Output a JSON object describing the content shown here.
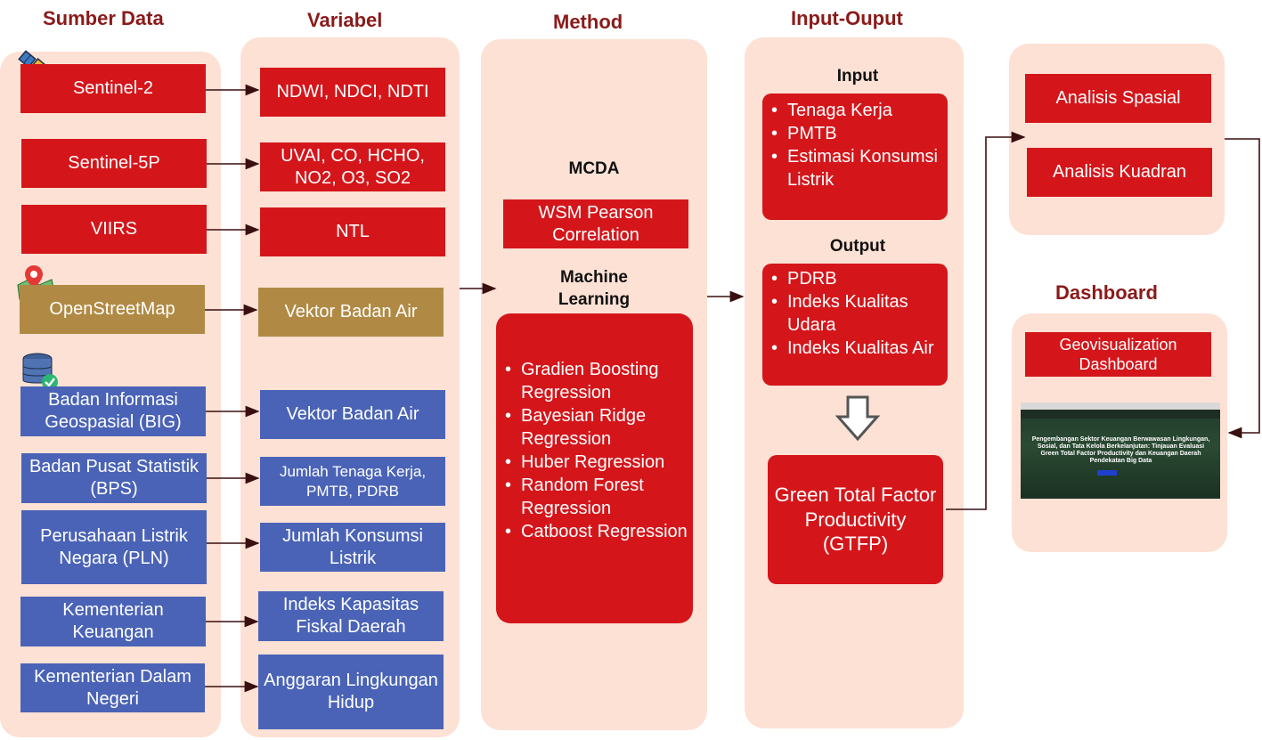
{
  "headers": {
    "sumber_data": "Sumber Data",
    "variabel": "Variabel",
    "method": "Method",
    "input_output": "Input-Ouput",
    "dashboard": "Dashboard"
  },
  "sources": [
    "Sentinel-2",
    "Sentinel-5P",
    "VIIRS",
    "OpenStreetMap",
    "Badan Informasi Geospasial (BIG)",
    "Badan Pusat Statistik (BPS)",
    "Perusahaan Listrik Negara (PLN)",
    "Kementerian Keuangan",
    "Kementerian Dalam Negeri"
  ],
  "variables": [
    "NDWI, NDCI, NDTI",
    "UVAI, CO, HCHO, NO2, O3, SO2",
    "NTL",
    "Vektor Badan Air",
    "Vektor Badan Air",
    "Jumlah Tenaga Kerja, PMTB, PDRB",
    "Jumlah Konsumsi Listrik",
    "Indeks Kapasitas Fiskal Daerah",
    "Anggaran Lingkungan Hidup"
  ],
  "method": {
    "mcda_label": "MCDA",
    "mcda_box": "WSM Pearson Correlation",
    "ml_label": "Machine Learning",
    "ml_items": [
      "Gradien Boosting Regression",
      "Bayesian Ridge Regression",
      "Huber Regression",
      "Random Forest Regression",
      "Catboost Regression"
    ]
  },
  "io": {
    "input_label": "Input",
    "input_items": [
      "Tenaga Kerja",
      "PMTB",
      "Estimasi Konsumsi Listrik"
    ],
    "output_label": "Output",
    "output_items": [
      "PDRB",
      "Indeks Kualitas Udara",
      "Indeks Kualitas Air"
    ],
    "gtfp": "Green Total Factor Productivity (GTFP)"
  },
  "analysis": {
    "spasial": "Analisis Spasial",
    "kuadran": "Analisis Kuadran"
  },
  "dashboard": {
    "box": "Geovisualization Dashboard",
    "screenshot_title": "Pengembangan Sektor Keuangan Berwawasan Lingkungan, Sosial, dan Tata Kelola Berkelanjutan: Tinjauan Evaluasi Green Total Factor Productivity dan Keuangan Daerah Pendekatan Big Data"
  },
  "colors": {
    "header": "#8b1a1a",
    "panel": "#fde1d5",
    "red_box": "#d4161b",
    "blue_box": "#4a63b6",
    "olive_box": "#b08a44",
    "arrow": "#3a0f0f"
  },
  "icons": [
    "satellite-icon",
    "map-pin-icon",
    "database-check-icon",
    "down-arrow-icon"
  ]
}
